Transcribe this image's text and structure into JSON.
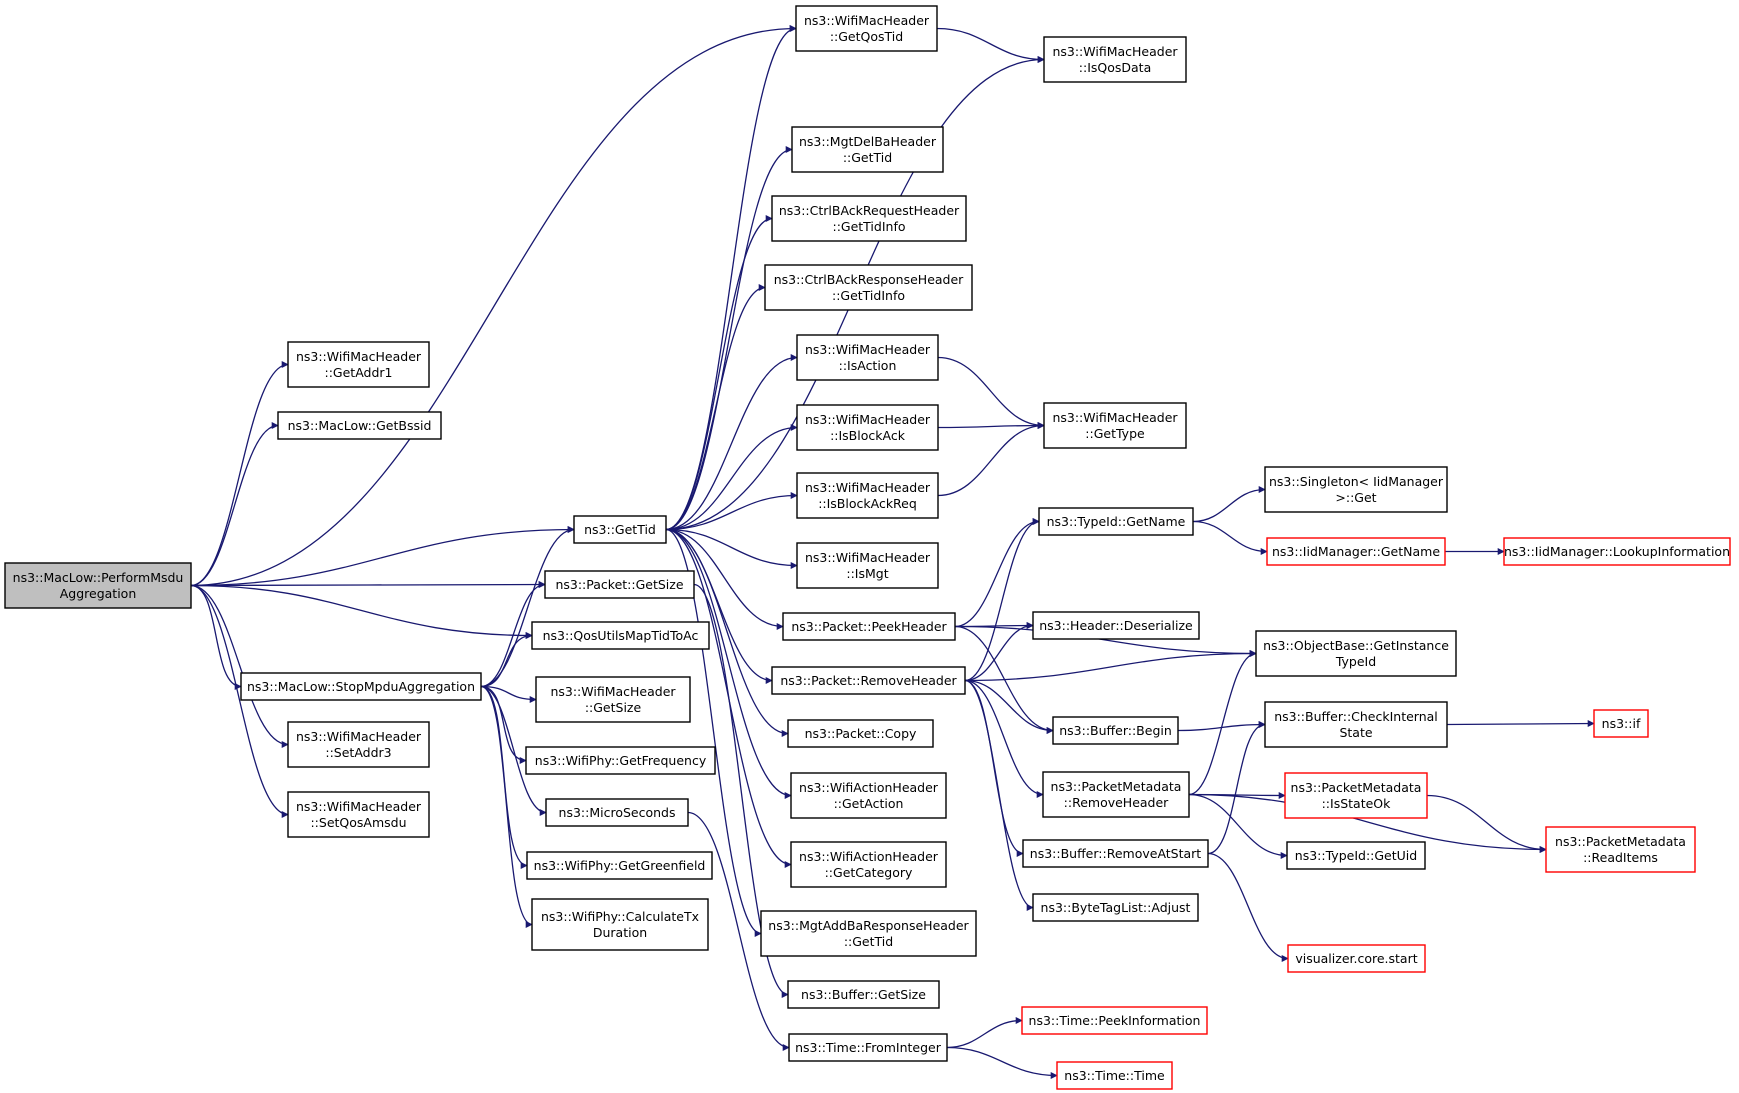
{
  "colors": {
    "edge": "#191970",
    "border_normal": "#000000",
    "border_truncated": "#ff0000",
    "fill_root": "#bfbfbf",
    "fill_normal": "#ffffff"
  },
  "nodes": [
    {
      "id": "root",
      "lines": [
        "ns3::MacLow::PerformMsdu",
        "Aggregation"
      ],
      "kind": "root"
    },
    {
      "id": "getaddr1",
      "lines": [
        "ns3::WifiMacHeader",
        "::GetAddr1"
      ],
      "kind": "normal"
    },
    {
      "id": "getbssid",
      "lines": [
        "ns3::MacLow::GetBssid"
      ],
      "kind": "normal"
    },
    {
      "id": "gettid",
      "lines": [
        "ns3::GetTid"
      ],
      "kind": "normal"
    },
    {
      "id": "pkgetsize",
      "lines": [
        "ns3::Packet::GetSize"
      ],
      "kind": "normal"
    },
    {
      "id": "qosmap",
      "lines": [
        "ns3::QosUtilsMapTidToAc"
      ],
      "kind": "normal"
    },
    {
      "id": "stopmpdu",
      "lines": [
        "ns3::MacLow::StopMpduAggregation"
      ],
      "kind": "normal"
    },
    {
      "id": "setaddr3",
      "lines": [
        "ns3::WifiMacHeader",
        "::SetAddr3"
      ],
      "kind": "normal"
    },
    {
      "id": "setqos",
      "lines": [
        "ns3::WifiMacHeader",
        "::SetQosAmsdu"
      ],
      "kind": "normal"
    },
    {
      "id": "whgetsize",
      "lines": [
        "ns3::WifiMacHeader",
        "::GetSize"
      ],
      "kind": "normal"
    },
    {
      "id": "getfreq",
      "lines": [
        "ns3::WifiPhy::GetFrequency"
      ],
      "kind": "normal"
    },
    {
      "id": "micro",
      "lines": [
        "ns3::MicroSeconds"
      ],
      "kind": "normal"
    },
    {
      "id": "greenfield",
      "lines": [
        "ns3::WifiPhy::GetGreenfield"
      ],
      "kind": "normal"
    },
    {
      "id": "calctx",
      "lines": [
        "ns3::WifiPhy::CalculateTx",
        "Duration"
      ],
      "kind": "normal"
    },
    {
      "id": "getqostid",
      "lines": [
        "ns3::WifiMacHeader",
        "::GetQosTid"
      ],
      "kind": "normal"
    },
    {
      "id": "delba",
      "lines": [
        "ns3::MgtDelBaHeader",
        "::GetTid"
      ],
      "kind": "normal"
    },
    {
      "id": "ctrlreq",
      "lines": [
        "ns3::CtrlBAckRequestHeader",
        "::GetTidInfo"
      ],
      "kind": "normal"
    },
    {
      "id": "ctrlresp",
      "lines": [
        "ns3::CtrlBAckResponseHeader",
        "::GetTidInfo"
      ],
      "kind": "normal"
    },
    {
      "id": "isaction",
      "lines": [
        "ns3::WifiMacHeader",
        "::IsAction"
      ],
      "kind": "normal"
    },
    {
      "id": "isblockack",
      "lines": [
        "ns3::WifiMacHeader",
        "::IsBlockAck"
      ],
      "kind": "normal"
    },
    {
      "id": "isblockackreq",
      "lines": [
        "ns3::WifiMacHeader",
        "::IsBlockAckReq"
      ],
      "kind": "normal"
    },
    {
      "id": "ismgt",
      "lines": [
        "ns3::WifiMacHeader",
        "::IsMgt"
      ],
      "kind": "normal"
    },
    {
      "id": "peekheader",
      "lines": [
        "ns3::Packet::PeekHeader"
      ],
      "kind": "normal"
    },
    {
      "id": "removeheader",
      "lines": [
        "ns3::Packet::RemoveHeader"
      ],
      "kind": "normal"
    },
    {
      "id": "pkcopy",
      "lines": [
        "ns3::Packet::Copy"
      ],
      "kind": "normal"
    },
    {
      "id": "getaction",
      "lines": [
        "ns3::WifiActionHeader",
        "::GetAction"
      ],
      "kind": "normal"
    },
    {
      "id": "getcategory",
      "lines": [
        "ns3::WifiActionHeader",
        "::GetCategory"
      ],
      "kind": "normal"
    },
    {
      "id": "addbaresp",
      "lines": [
        "ns3::MgtAddBaResponseHeader",
        "::GetTid"
      ],
      "kind": "normal"
    },
    {
      "id": "bufgetsize",
      "lines": [
        "ns3::Buffer::GetSize"
      ],
      "kind": "normal"
    },
    {
      "id": "fromint",
      "lines": [
        "ns3::Time::FromInteger"
      ],
      "kind": "normal"
    },
    {
      "id": "isqosdata",
      "lines": [
        "ns3::WifiMacHeader",
        "::IsQosData"
      ],
      "kind": "normal"
    },
    {
      "id": "gettype",
      "lines": [
        "ns3::WifiMacHeader",
        "::GetType"
      ],
      "kind": "normal"
    },
    {
      "id": "typeidname",
      "lines": [
        "ns3::TypeId::GetName"
      ],
      "kind": "normal"
    },
    {
      "id": "hdrdeser",
      "lines": [
        "ns3::Header::Deserialize"
      ],
      "kind": "normal"
    },
    {
      "id": "bufbegin",
      "lines": [
        "ns3::Buffer::Begin"
      ],
      "kind": "normal"
    },
    {
      "id": "pmremove",
      "lines": [
        "ns3::PacketMetadata",
        "::RemoveHeader"
      ],
      "kind": "normal"
    },
    {
      "id": "bufremove",
      "lines": [
        "ns3::Buffer::RemoveAtStart"
      ],
      "kind": "normal"
    },
    {
      "id": "bytetag",
      "lines": [
        "ns3::ByteTagList::Adjust"
      ],
      "kind": "normal"
    },
    {
      "id": "peekinfo",
      "lines": [
        "ns3::Time::PeekInformation"
      ],
      "kind": "truncated"
    },
    {
      "id": "timetime",
      "lines": [
        "ns3::Time::Time"
      ],
      "kind": "truncated"
    },
    {
      "id": "singleton",
      "lines": [
        "ns3::Singleton< IidManager",
        ">::Get"
      ],
      "kind": "normal"
    },
    {
      "id": "iidname",
      "lines": [
        "ns3::IidManager::GetName"
      ],
      "kind": "truncated"
    },
    {
      "id": "objinst",
      "lines": [
        "ns3::ObjectBase::GetInstance",
        "TypeId"
      ],
      "kind": "normal"
    },
    {
      "id": "bufcheck",
      "lines": [
        "ns3::Buffer::CheckInternal",
        "State"
      ],
      "kind": "normal"
    },
    {
      "id": "pmisstate",
      "lines": [
        "ns3::PacketMetadata",
        "::IsStateOk"
      ],
      "kind": "truncated"
    },
    {
      "id": "typeiduid",
      "lines": [
        "ns3::TypeId::GetUid"
      ],
      "kind": "normal"
    },
    {
      "id": "vizstart",
      "lines": [
        "visualizer.core.start"
      ],
      "kind": "truncated"
    },
    {
      "id": "iidlookup",
      "lines": [
        "ns3::IidManager::LookupInformation"
      ],
      "kind": "truncated"
    },
    {
      "id": "nsif",
      "lines": [
        "ns3::if"
      ],
      "kind": "truncated"
    },
    {
      "id": "pmread",
      "lines": [
        "ns3::PacketMetadata",
        "::ReadItems"
      ],
      "kind": "truncated"
    }
  ],
  "edges": [
    [
      "root",
      "getaddr1"
    ],
    [
      "root",
      "getbssid"
    ],
    [
      "root",
      "getqostid"
    ],
    [
      "root",
      "gettid"
    ],
    [
      "root",
      "pkgetsize"
    ],
    [
      "root",
      "qosmap"
    ],
    [
      "root",
      "stopmpdu"
    ],
    [
      "root",
      "setaddr3"
    ],
    [
      "root",
      "setqos"
    ],
    [
      "stopmpdu",
      "gettid"
    ],
    [
      "stopmpdu",
      "pkgetsize"
    ],
    [
      "stopmpdu",
      "qosmap"
    ],
    [
      "stopmpdu",
      "whgetsize"
    ],
    [
      "stopmpdu",
      "getfreq"
    ],
    [
      "stopmpdu",
      "micro"
    ],
    [
      "stopmpdu",
      "greenfield"
    ],
    [
      "stopmpdu",
      "calctx"
    ],
    [
      "gettid",
      "getqostid"
    ],
    [
      "gettid",
      "isqosdata"
    ],
    [
      "gettid",
      "delba"
    ],
    [
      "gettid",
      "ctrlreq"
    ],
    [
      "gettid",
      "ctrlresp"
    ],
    [
      "gettid",
      "isaction"
    ],
    [
      "gettid",
      "isblockack"
    ],
    [
      "gettid",
      "isblockackreq"
    ],
    [
      "gettid",
      "ismgt"
    ],
    [
      "gettid",
      "peekheader"
    ],
    [
      "gettid",
      "removeheader"
    ],
    [
      "gettid",
      "pkcopy"
    ],
    [
      "gettid",
      "getaction"
    ],
    [
      "gettid",
      "getcategory"
    ],
    [
      "gettid",
      "addbaresp"
    ],
    [
      "pkgetsize",
      "bufgetsize"
    ],
    [
      "micro",
      "fromint"
    ],
    [
      "getqostid",
      "isqosdata"
    ],
    [
      "isaction",
      "gettype"
    ],
    [
      "isblockack",
      "gettype"
    ],
    [
      "isblockackreq",
      "gettype"
    ],
    [
      "peekheader",
      "typeidname"
    ],
    [
      "peekheader",
      "hdrdeser"
    ],
    [
      "peekheader",
      "objinst"
    ],
    [
      "peekheader",
      "bufbegin"
    ],
    [
      "removeheader",
      "typeidname"
    ],
    [
      "removeheader",
      "hdrdeser"
    ],
    [
      "removeheader",
      "objinst"
    ],
    [
      "removeheader",
      "bufbegin"
    ],
    [
      "removeheader",
      "pmremove"
    ],
    [
      "removeheader",
      "bufremove"
    ],
    [
      "removeheader",
      "bytetag"
    ],
    [
      "fromint",
      "peekinfo"
    ],
    [
      "fromint",
      "timetime"
    ],
    [
      "typeidname",
      "singleton"
    ],
    [
      "typeidname",
      "iidname"
    ],
    [
      "iidname",
      "iidlookup"
    ],
    [
      "bufbegin",
      "bufcheck"
    ],
    [
      "pmremove",
      "objinst"
    ],
    [
      "pmremove",
      "pmisstate"
    ],
    [
      "pmremove",
      "typeiduid"
    ],
    [
      "pmremove",
      "pmread"
    ],
    [
      "bufremove",
      "bufcheck"
    ],
    [
      "bufremove",
      "vizstart"
    ],
    [
      "bufcheck",
      "nsif"
    ],
    [
      "pmisstate",
      "pmread"
    ]
  ]
}
